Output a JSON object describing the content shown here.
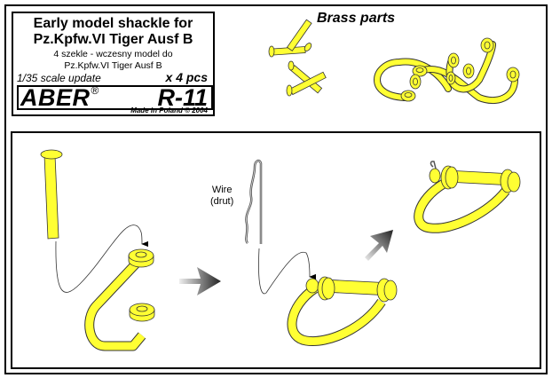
{
  "title_block": {
    "title_line1": "Early model shackle for",
    "title_line2": "Pz.Kpfw.VI Tiger Ausf B",
    "subtitle_line1": "4 szekle - wczesny model do",
    "subtitle_line2": "Pz.Kpfw.VI Tiger Ausf B",
    "scale": "1/35 scale update",
    "quantity": "x 4 pcs",
    "brand": "ABER",
    "registered_mark": "®",
    "product_code": "R-11",
    "made_in": "Made in Poland © 2004"
  },
  "brass_parts": {
    "title": "Brass parts",
    "items": [
      "pins-icon",
      "shackle-bodies-icon"
    ]
  },
  "instructions": {
    "wire_label_line1": "Wire",
    "wire_label_line2": "(drut)",
    "steps": [
      "insert-pin",
      "insert-wire",
      "finished-shackle"
    ]
  },
  "colors": {
    "brass": "#ffff33",
    "outline": "#333333",
    "frame": "#000000"
  }
}
